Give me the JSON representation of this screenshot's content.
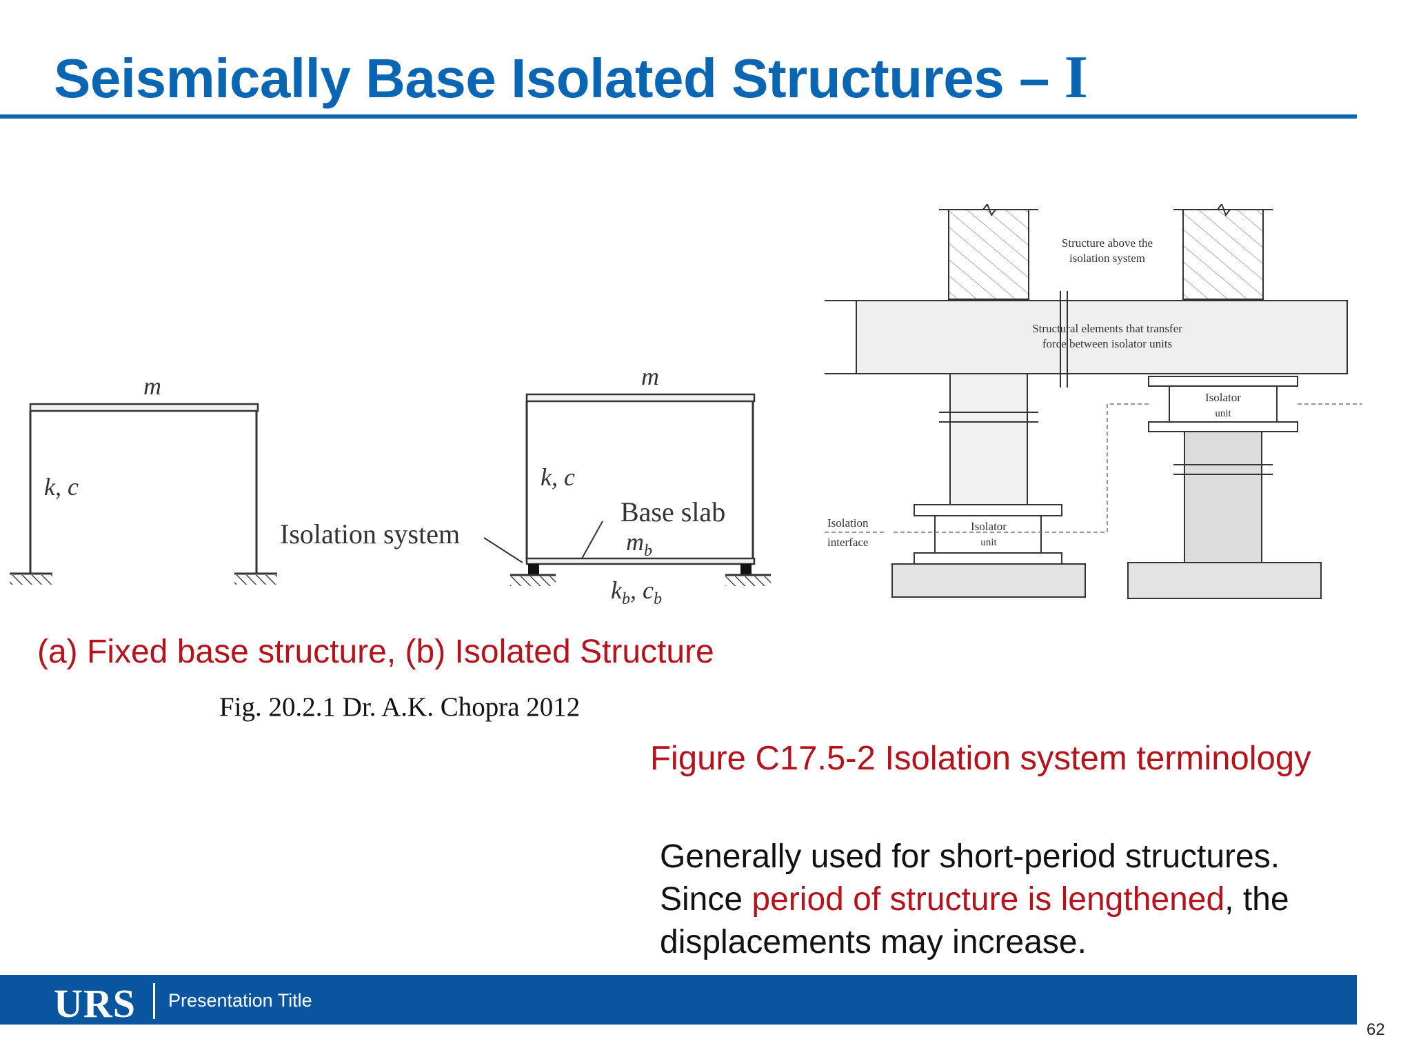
{
  "slide": {
    "title": "Seismically Base Isolated Structures – ",
    "title_numeral": "I",
    "page_number": "62"
  },
  "figure_chopra": {
    "label_m_fixed": "m",
    "label_kc_fixed": "k, c",
    "label_m_isolated": "m",
    "label_kc_isolated": "k, c",
    "label_isolation_system": "Isolation system",
    "label_base_slab": "Base slab",
    "label_mb": "m",
    "label_mb_sub": "b",
    "label_kb": "k",
    "label_kb_sub": "b",
    "label_cb": "c",
    "label_cb_sub": "b",
    "caption": "(a) Fixed base structure, (b) Isolated Structure",
    "reference": "Fig. 20.2.1 Dr. A.K. Chopra 2012"
  },
  "figure_terminology": {
    "label_structure_above_1": "Structure above the",
    "label_structure_above_2": "isolation system",
    "label_structural_elements_1": "Structural elements that transfer",
    "label_structural_elements_2": "force between isolator units",
    "label_isolator_unit_1a": "Isolator",
    "label_isolator_unit_1b": "unit",
    "label_isolator_unit_2a": "Isolator",
    "label_isolator_unit_2b": "unit",
    "label_isolation_interface_1": "Isolation",
    "label_isolation_interface_2": "interface",
    "caption": "Figure C17.5-2 Isolation system terminology"
  },
  "body": {
    "line1": "Generally used for short-period structures.",
    "line2_prefix": "Since ",
    "line2_highlight": "period of structure is lengthened",
    "line2_suffix": ", the",
    "line3": "displacements may increase."
  },
  "footer": {
    "logo": "URS",
    "presentation_title": "Presentation Title"
  },
  "colors": {
    "title_blue": "#0a66b3",
    "footer_blue": "#0a55a0",
    "highlight_red": "#b5121b"
  }
}
